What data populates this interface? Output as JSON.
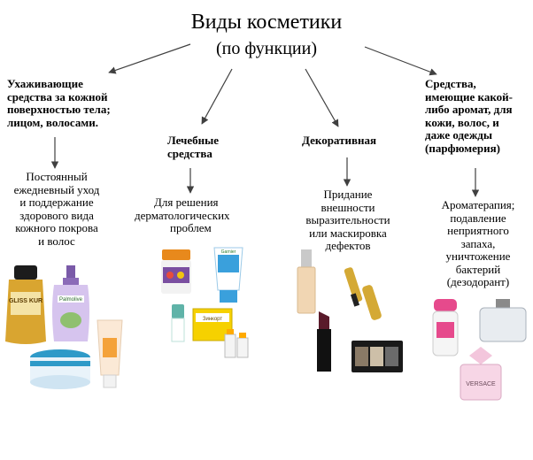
{
  "title": "Виды косметики",
  "subtitle": "(по функции)",
  "categories": [
    {
      "heading": "Ухаживающие средства за кожной поверхностью тела; лицом, волосами",
      "heading_lines": [
        "Ухаживающие",
        "средства за кожной",
        "поверхностью тела;",
        "лицом, волосами."
      ],
      "description_lines": [
        "Постоянный",
        "ежедневный уход",
        "и поддержание",
        "здорового вида",
        "кожного покрова",
        "и волос"
      ]
    },
    {
      "heading_lines": [
        "Лечебные",
        "средства"
      ],
      "description_lines": [
        "Для решения",
        "дерматологических",
        "проблем"
      ]
    },
    {
      "heading_lines": [
        "Декоративная"
      ],
      "description_lines": [
        "Придание",
        "внешности",
        "выразительности",
        "или маскировка",
        "дефектов"
      ]
    },
    {
      "heading_lines": [
        "Средства,",
        "имеющие какой-",
        "либо аромат, для",
        "кожи, волос, и",
        "даже одежды",
        "(парфюмерия)"
      ],
      "description_lines": [
        "Ароматерапия;",
        "подавление",
        "неприятного",
        "запаха,",
        "уничтожение",
        "бактерий",
        "(дезодорант)"
      ]
    }
  ],
  "product_images": [
    {
      "name": "shampoo-bottle-icon",
      "label": "GLISS KUR"
    },
    {
      "name": "hand-soap-bottle-icon",
      "label": "Palmolive"
    },
    {
      "name": "cream-jar-icon"
    },
    {
      "name": "hand-cream-tube-icon"
    },
    {
      "name": "vitamin-jar-icon"
    },
    {
      "name": "face-wash-tube-icon",
      "label": "Garnier"
    },
    {
      "name": "lip-balm-stick-icon"
    },
    {
      "name": "ointment-box-icon",
      "label": "Зинкорт"
    },
    {
      "name": "small-bottles-icon"
    },
    {
      "name": "foundation-bottle-icon"
    },
    {
      "name": "mascara-icon"
    },
    {
      "name": "lipstick-icon"
    },
    {
      "name": "eyeshadow-palette-icon"
    },
    {
      "name": "deodorant-stick-icon"
    },
    {
      "name": "cologne-bottle-icon"
    },
    {
      "name": "perfume-bottle-icon",
      "label": "VERSACE"
    }
  ],
  "colors": {
    "text": "#000000",
    "arrow": "#404040"
  }
}
